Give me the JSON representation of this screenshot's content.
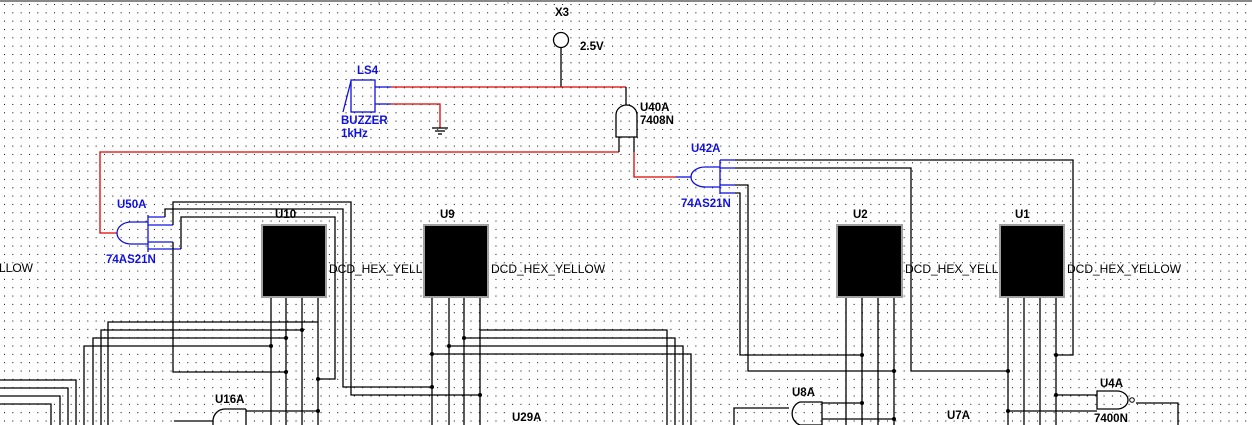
{
  "canvas": {
    "grid": "dotted",
    "background": "#ffffff",
    "wire_color_default": "#000000",
    "wire_color_highlight": "#e00000",
    "component_color_selected": "#1010e0"
  },
  "components": {
    "x3": {
      "ref": "X3",
      "value": "2.5V",
      "icon": "probe-lamp-icon"
    },
    "ls4": {
      "ref": "LS4",
      "type": "BUZZER",
      "value": "1kHz",
      "icon": "buzzer-icon"
    },
    "u40a": {
      "ref": "U40A",
      "part": "7408N",
      "icon": "and-gate-icon"
    },
    "u42a": {
      "ref": "U42A",
      "part": "74AS21N",
      "icon": "and-gate-icon"
    },
    "u50a": {
      "ref": "U50A",
      "part": "74AS21N",
      "icon": "and-gate-icon"
    },
    "u10": {
      "ref": "U10",
      "part": "DCD_HEX_YELL"
    },
    "u9": {
      "ref": "U9",
      "part": "DCD_HEX_YELLOW"
    },
    "u2": {
      "ref": "U2",
      "part": "DCD_HEX_YELL"
    },
    "u1": {
      "ref": "U1",
      "part": "DCD_HEX_YELLOW"
    },
    "left_display": {
      "part": "LLOW"
    },
    "u16a": {
      "ref": "U16A"
    },
    "u29a": {
      "ref": "U29A"
    },
    "u8a": {
      "ref": "U8A"
    },
    "u7a": {
      "ref": "U7A"
    },
    "u4a": {
      "ref": "U4A",
      "part": "7400N",
      "icon": "nand-gate-icon"
    }
  }
}
